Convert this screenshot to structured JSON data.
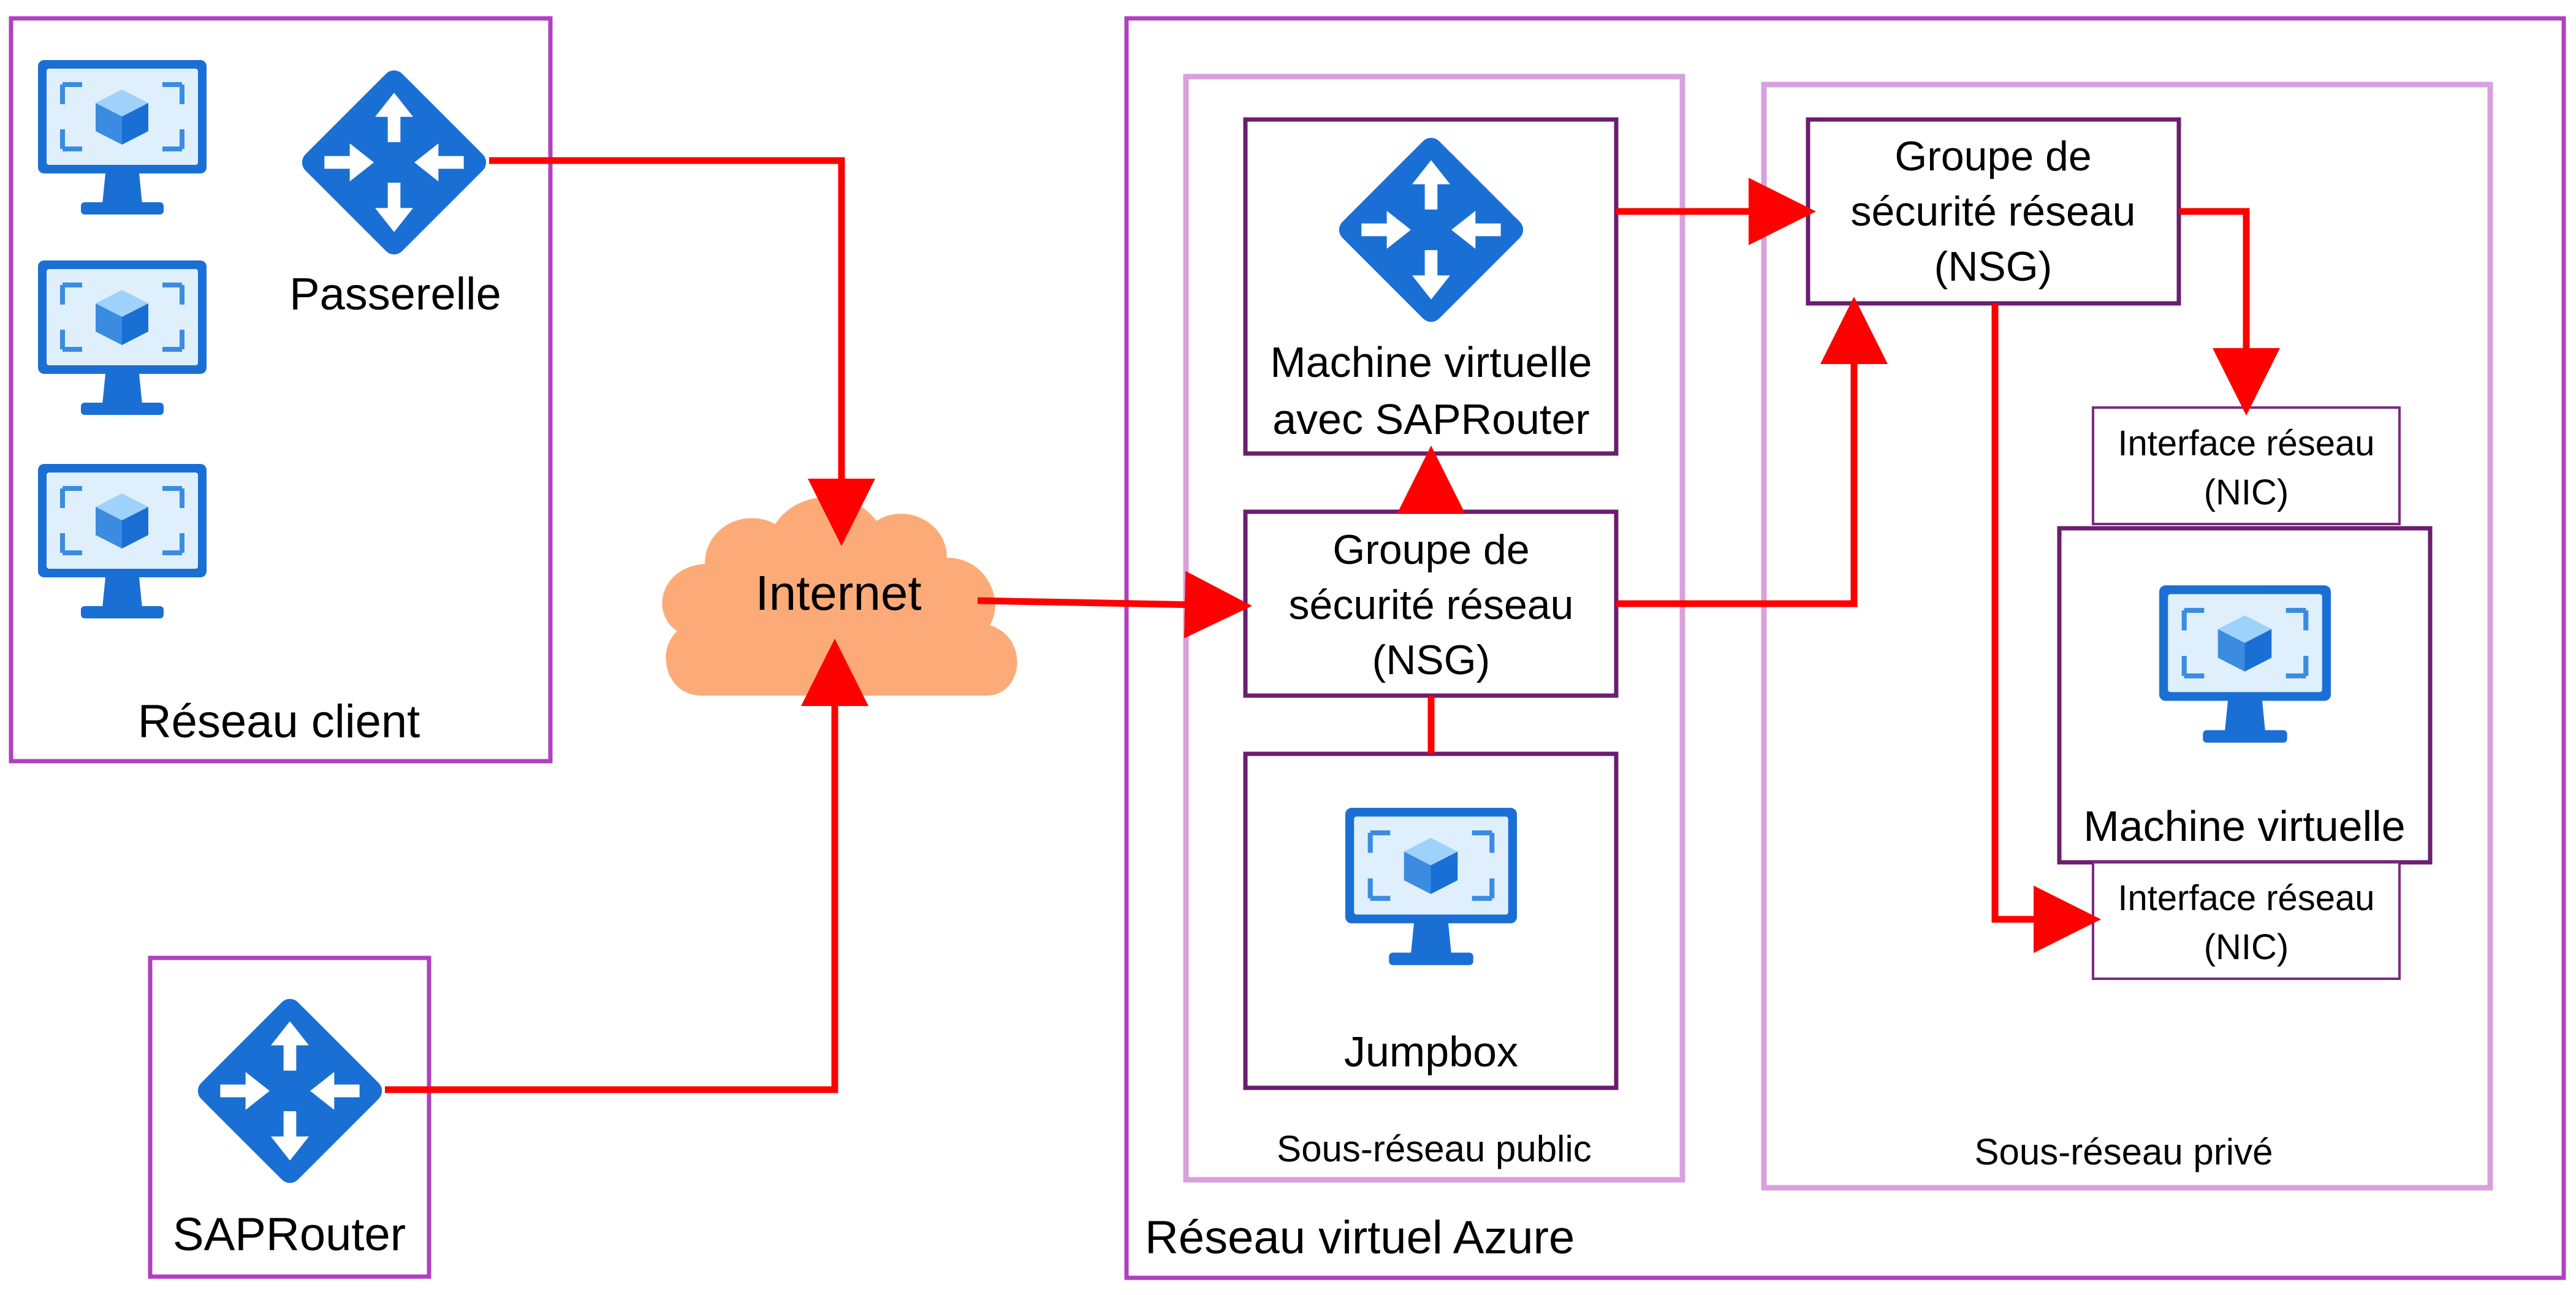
{
  "colors": {
    "outer_border": "#b040c0",
    "subnet_border": "#d8a0dc",
    "box_border": "#6a1e6e",
    "nic_border": "#7a2a7e",
    "arrow": "#ff0000",
    "cloud": "#fcab78",
    "icon_blue": "#1a6fd4",
    "icon_blue_light": "#4a9ee8",
    "text": "#000000"
  },
  "client_network": {
    "label": "Réseau client",
    "gateway_label": "Passerelle",
    "vm_icons": [
      "virtual-machine-icon",
      "virtual-machine-icon",
      "virtual-machine-icon"
    ],
    "gateway_icon": "router-icon"
  },
  "internet": {
    "label": "Internet",
    "icon": "cloud-icon"
  },
  "saprouter_client": {
    "label": "SAPRouter",
    "icon": "router-icon"
  },
  "azure_vnet": {
    "label": "Réseau virtuel Azure",
    "public_subnet": {
      "label": "Sous-réseau public",
      "vm_saprouter": {
        "line1": "Machine virtuelle",
        "line2": "avec SAPRouter",
        "icon": "router-icon"
      },
      "nsg": {
        "line1": "Groupe de",
        "line2": "sécurité réseau",
        "line3": "(NSG)"
      },
      "jumpbox": {
        "label": "Jumpbox",
        "icon": "virtual-machine-icon"
      }
    },
    "private_subnet": {
      "label": "Sous-réseau privé",
      "nsg": {
        "line1": "Groupe de",
        "line2": "sécurité réseau",
        "line3": "(NSG)"
      },
      "nic_top": {
        "line1": "Interface réseau",
        "line2": "(NIC)"
      },
      "vm": {
        "label": "Machine virtuelle",
        "icon": "virtual-machine-icon"
      },
      "nic_bottom": {
        "line1": "Interface réseau",
        "line2": "(NIC)"
      }
    }
  }
}
